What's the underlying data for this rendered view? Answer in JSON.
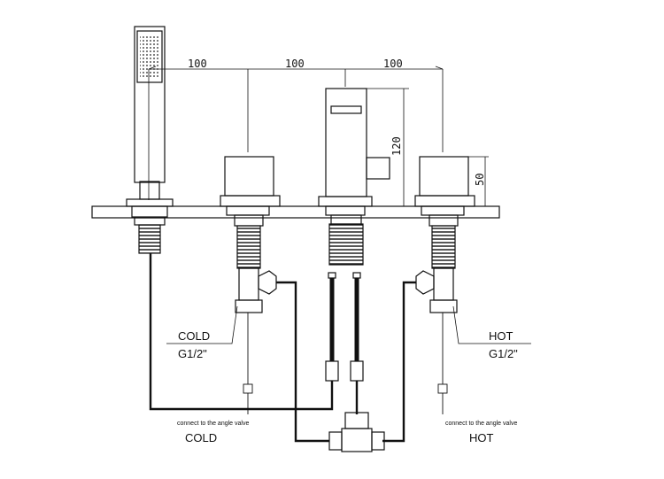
{
  "dimensions": {
    "spacing": [
      "100",
      "100",
      "100"
    ],
    "spout_height": "120",
    "handle_height": "50"
  },
  "labels": {
    "cold_inlet": "COLD",
    "cold_thread": "G1/2\"",
    "hot_inlet": "HOT",
    "hot_thread": "G1/2\""
  },
  "notes": {
    "cold_angle_valve": "connect to the angle valve",
    "cold": "COLD",
    "hot_angle_valve": "connect to the angle valve",
    "hot": "HOT"
  },
  "colors": {
    "line": "#111111",
    "deck": "#ffffff"
  }
}
